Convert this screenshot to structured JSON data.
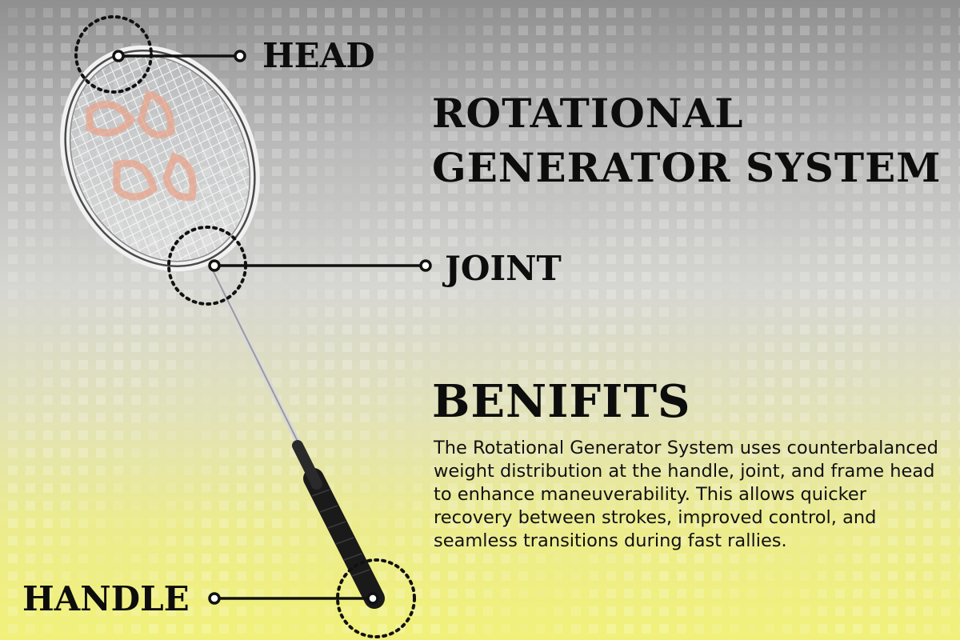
{
  "title": {
    "line1": "ROTATIONAL",
    "line2": "GENERATOR SYSTEM"
  },
  "labels": {
    "head": "HEAD",
    "joint": "JOINT",
    "handle": "HANDLE"
  },
  "benefits": {
    "heading": "BENIFITS",
    "body": "The Rotational Generator System uses counterbalanced weight distribution at the handle, joint, and frame head to enhance maneuverability. This allows quicker recovery between strokes, improved control, and seamless transitions during fast rallies."
  },
  "colors": {
    "text": "#0d0d0d",
    "background_top": "#8f8f8f",
    "background_bottom": "#f1f17a",
    "string_accent": "#e8a48c",
    "grip": "#1a1a1a"
  },
  "icons": [
    "badminton-racket-image",
    "callout-circle-icon"
  ]
}
